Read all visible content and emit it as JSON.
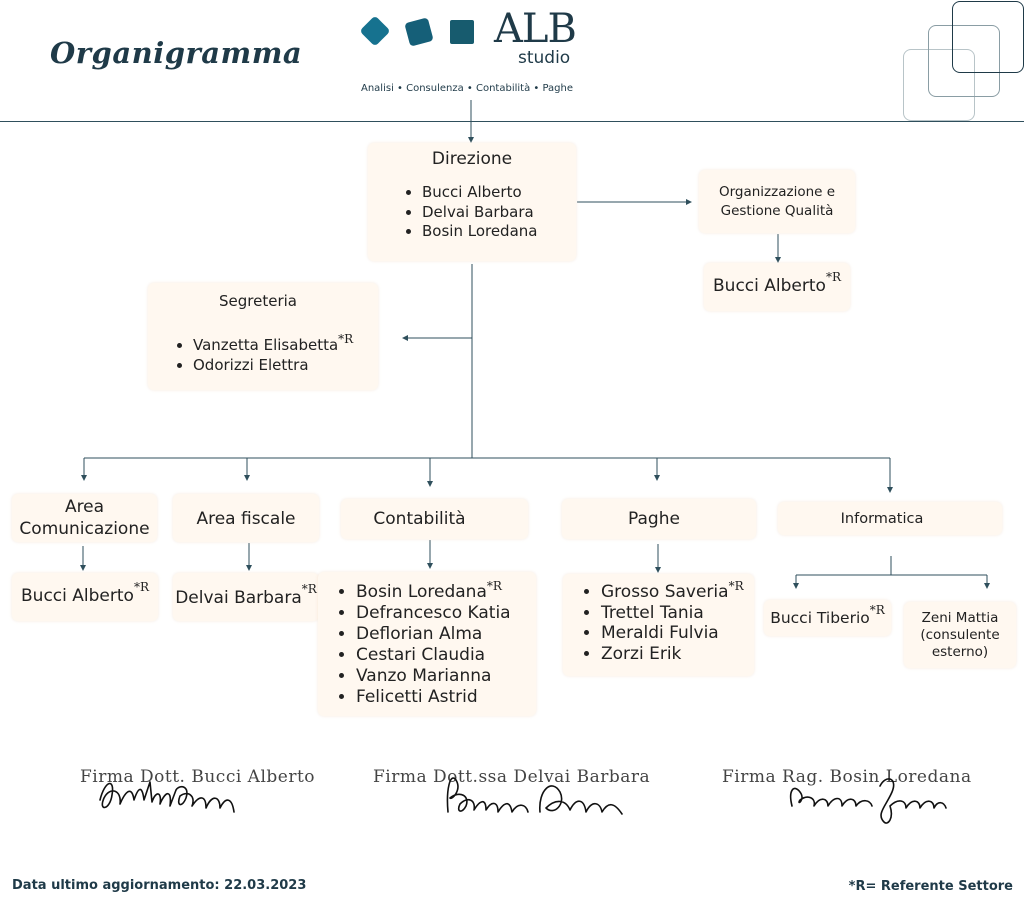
{
  "title": "Organigramma",
  "logo": {
    "name": "ALB",
    "subname": "studio",
    "tagline": "Analisi • Consulenza • Contabilità • Paghe",
    "color": "#16728f"
  },
  "ref_marker": "*R",
  "direzione": {
    "title": "Direzione",
    "members": [
      "Bucci Alberto",
      "Delvai Barbara",
      "Bosin Loredana"
    ]
  },
  "organizzazione": {
    "title": "Organizzazione e Gestione Qualità",
    "referente": "Bucci Alberto"
  },
  "segreteria": {
    "title": "Segreteria",
    "members": [
      "Vanzetta Elisabetta",
      "Odorizzi Elettra"
    ]
  },
  "areas": {
    "comunicazione": {
      "title": "Area Comunicazione",
      "member": "Bucci Alberto"
    },
    "fiscale": {
      "title": "Area fiscale",
      "member": "Delvai Barbara"
    },
    "contabilita": {
      "title": "Contabilità",
      "members": [
        "Bosin Loredana",
        "Defrancesco Katia",
        "Deflorian Alma",
        "Cestari Claudia",
        "Vanzo Marianna",
        "Felicetti Astrid"
      ]
    },
    "paghe": {
      "title": "Paghe",
      "members": [
        "Grosso Saveria",
        "Trettel Tania",
        "Meraldi Fulvia",
        "Zorzi Erik"
      ]
    },
    "informatica": {
      "title": "Informatica",
      "member1": "Bucci Tiberio",
      "member2": "Zeni Mattia (consulente esterno)"
    }
  },
  "signatures": [
    {
      "label": "Firma Dott. Bucci Alberto"
    },
    {
      "label": "Firma Dott.ssa Delvai Barbara"
    },
    {
      "label": "Firma Rag. Bosin Loredana"
    }
  ],
  "footer": {
    "updated": "Data ultimo aggiornamento: 22.03.2023",
    "legend": "*R= Referente Settore"
  }
}
